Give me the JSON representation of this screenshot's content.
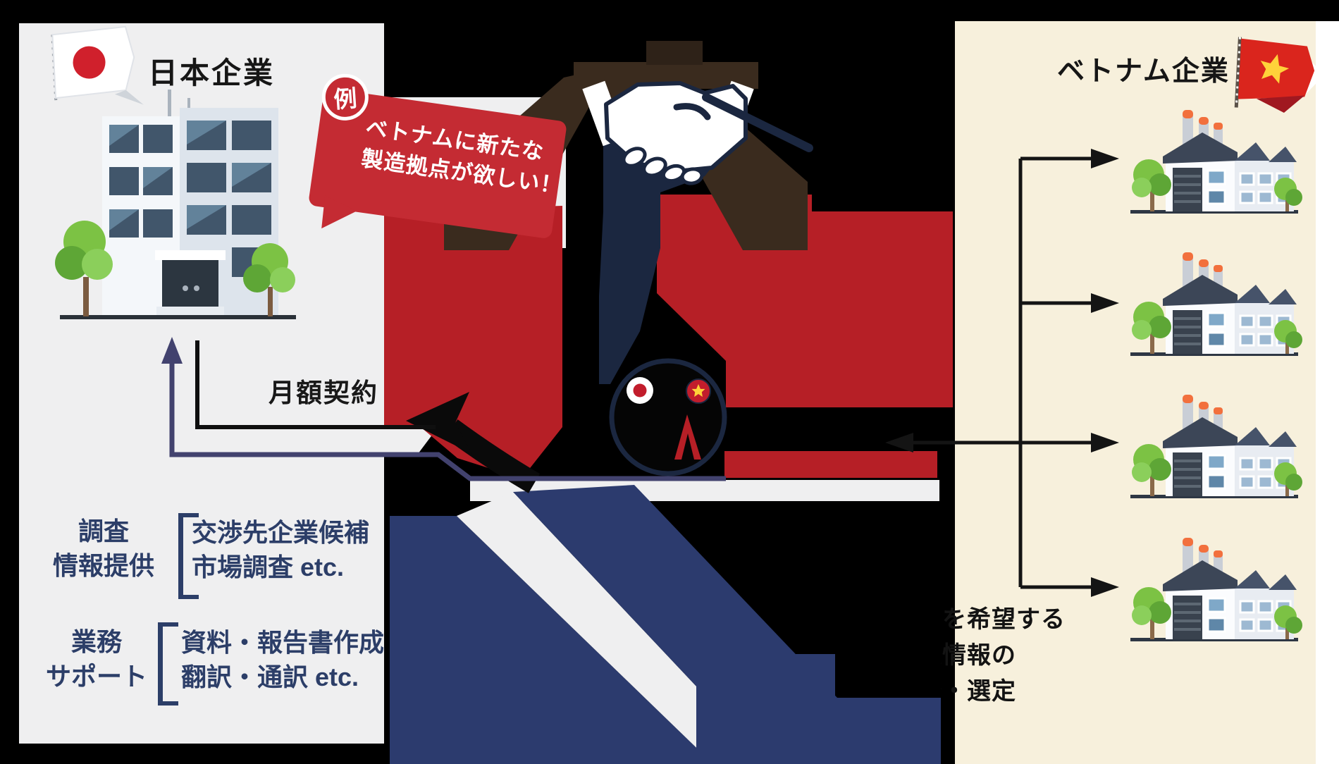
{
  "left_panel": {
    "title": "日本企業",
    "bubble": {
      "badge": "例",
      "line1": "ベトナムに新たな",
      "line2": "製造拠点が欲しい！"
    },
    "contract_label": "月額契約",
    "service_blocks": [
      {
        "label": "調査\n情報提供",
        "items": [
          "交渉先企業候補",
          "市場調査 etc."
        ]
      },
      {
        "label": "業務\nサポート",
        "items": [
          "資料・報告書作成",
          "翻訳・通訳 etc."
        ]
      }
    ]
  },
  "right_panel": {
    "title": "ベトナム企業",
    "caption_line1": "取引を希望する",
    "caption_line2": "企業情報の",
    "caption_line3": "調査・選定",
    "factory_count": 4
  },
  "center": {
    "icons": [
      "handshake-icon",
      "japan-flag-badge",
      "vietnam-flag-badge"
    ],
    "colors": {
      "accent_red": "#b61f26",
      "bubble_red": "#c42b33",
      "navy": "#2c3b6e",
      "dark_navy": "#1b2740",
      "arm_brown": "#3a2b1e",
      "panel_gray": "#efeff0",
      "panel_cream": "#f7f0dc",
      "text_navy": "#2c3e68"
    }
  }
}
